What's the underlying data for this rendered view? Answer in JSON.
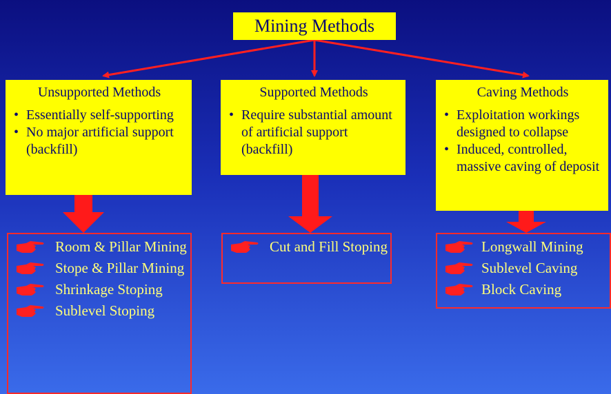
{
  "title": "Mining Methods",
  "colors": {
    "background": "#1a2fb8",
    "box_fill": "#ffff00",
    "arrow": "#ff2020",
    "result_text": "#ffff7a"
  },
  "methods": [
    {
      "heading": "Unsupported Methods",
      "bullets": [
        "Essentially self-supporting",
        "No major artificial support (backfill)"
      ],
      "results": [
        "Room & Pillar Mining",
        "Stope & Pillar Mining",
        "Shrinkage Stoping",
        "Sublevel Stoping"
      ]
    },
    {
      "heading": "Supported Methods",
      "bullets": [
        "Require substantial amount of artificial support (backfill)"
      ],
      "results": [
        "Cut and Fill Stoping"
      ]
    },
    {
      "heading": "Caving Methods",
      "bullets": [
        "Exploitation workings designed to collapse",
        "Induced, controlled, massive caving of deposit"
      ],
      "results": [
        "Longwall Mining",
        "Sublevel Caving",
        "Block Caving"
      ]
    }
  ],
  "icons": {
    "result_marker": "pointing-hand-icon"
  }
}
